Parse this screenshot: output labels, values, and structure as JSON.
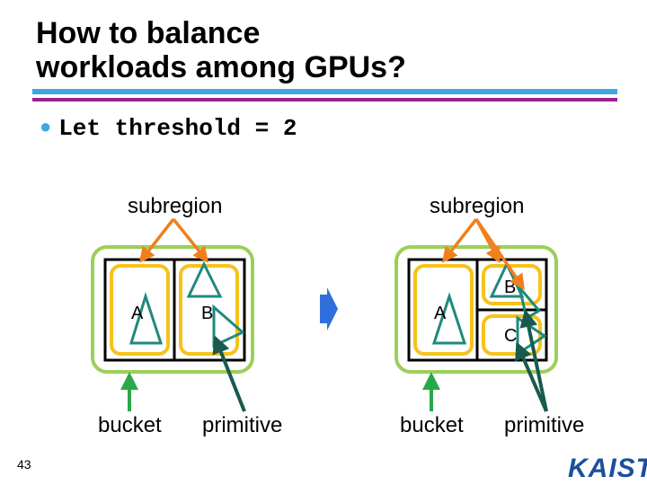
{
  "title": {
    "line1": "How to balance",
    "line2": "workloads among GPUs?"
  },
  "bullet": {
    "text": "Let threshold = 2"
  },
  "left": {
    "subregion_label": "subregion",
    "bucket_label": "bucket",
    "primitive_label": "primitive",
    "letters": [
      "A",
      "B"
    ]
  },
  "right": {
    "subregion_label": "subregion",
    "bucket_label": "bucket",
    "primitive_label": "primitive",
    "letters": [
      "A",
      "B",
      "C"
    ]
  },
  "footer": {
    "slide_number": "43",
    "logo_text": "KAIST"
  },
  "colors": {
    "outer_box": "#9ccf5a",
    "bucket_box": "#f6c21c",
    "arrow_orange": "#f07f1d",
    "arrow_dark_teal": "#1a5a4e",
    "arrow_green": "#29a84a",
    "triangle_teal": "#1e8a7e",
    "arrow_blue": "#2f6fdc",
    "rule_blue": "#3fa7e0",
    "rule_purple": "#9b1f8f"
  }
}
